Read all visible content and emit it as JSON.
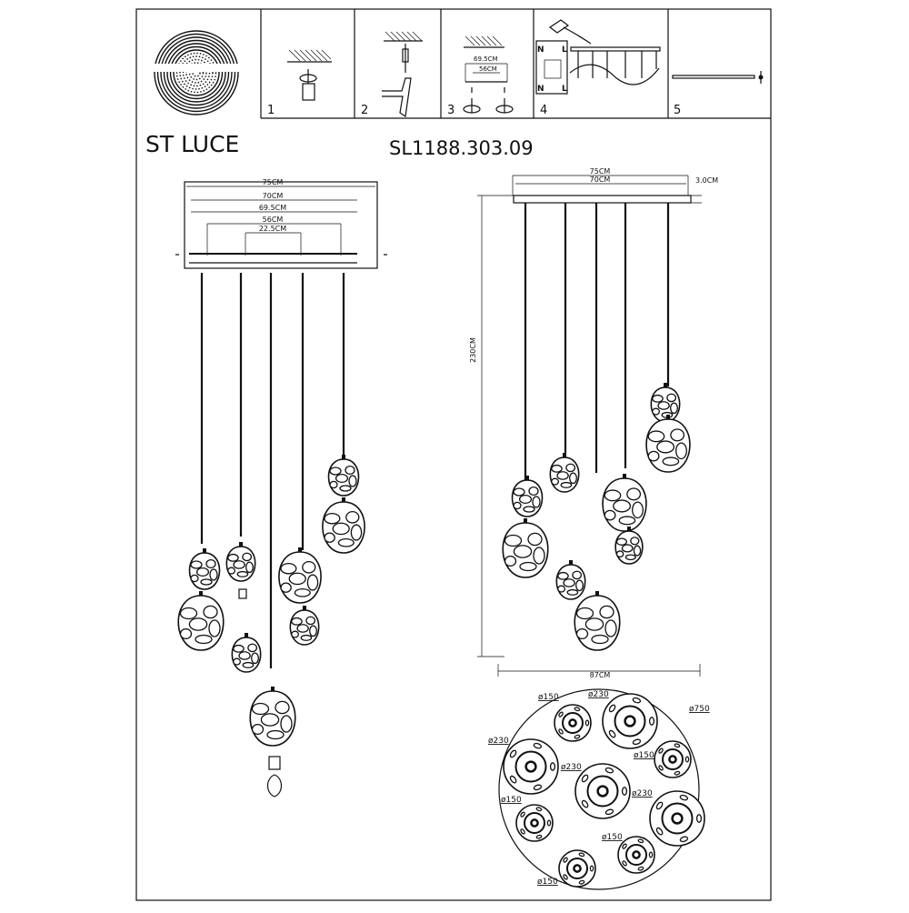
{
  "brand": {
    "name": "ST LUCE"
  },
  "model": "SL1188.303.09",
  "steps": [
    {
      "number": "1",
      "dim_a": "",
      "dim_b": ""
    },
    {
      "number": "2",
      "dim_a": "",
      "dim_b": ""
    },
    {
      "number": "3",
      "dim_a": "69.5CM",
      "dim_b": "56CM"
    },
    {
      "number": "4",
      "label_n_top": "N",
      "label_l_top": "L",
      "label_n_bottom": "N",
      "label_l_bottom": "L"
    },
    {
      "number": "5"
    }
  ],
  "front_view": {
    "dims": [
      "75CM",
      "70CM",
      "69.5CM",
      "56CM",
      "22.5CM"
    ]
  },
  "side_view": {
    "width_outer": "75CM",
    "width_inner": "70CM",
    "canopy_height": "3.0CM",
    "height": "230CM",
    "spread": "87CM"
  },
  "plan_view": {
    "labels": [
      "ø150",
      "ø230",
      "ø750",
      "ø230",
      "ø150",
      "ø230",
      "ø230",
      "ø150",
      "ø150",
      "ø150"
    ]
  }
}
